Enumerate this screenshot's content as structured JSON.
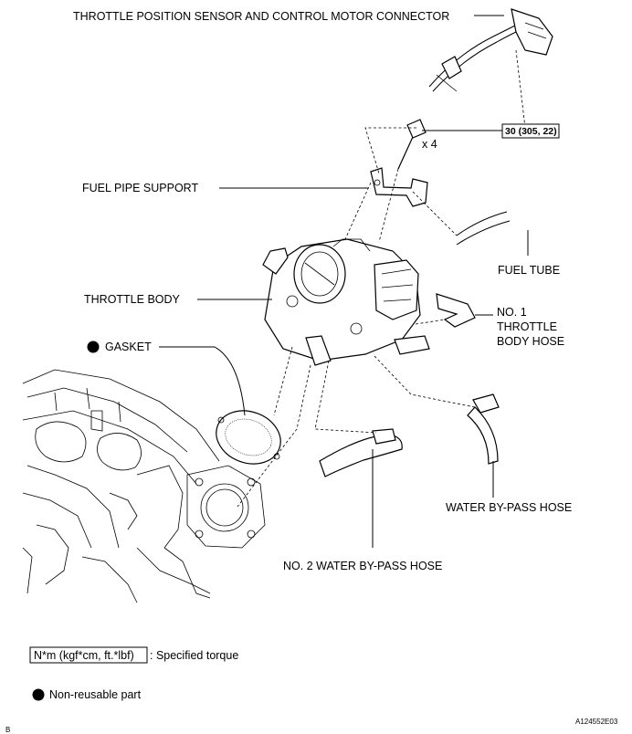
{
  "labels": {
    "connector": "THROTTLE POSITION SENSOR AND CONTROL MOTOR CONNECTOR",
    "torque_value": "30 (305, 22)",
    "bolt_count": "x 4",
    "fuel_pipe_support": "FUEL PIPE SUPPORT",
    "fuel_tube": "FUEL TUBE",
    "throttle_body": "THROTTLE BODY",
    "gasket": "GASKET",
    "no1_hose_line1": "NO. 1",
    "no1_hose_line2": "THROTTLE",
    "no1_hose_line3": "BODY HOSE",
    "water_bypass_hose": "WATER BY-PASS HOSE",
    "no2_water_bypass_hose": "NO. 2 WATER BY-PASS HOSE"
  },
  "legend": {
    "torque_unit": "N*m (kgf*cm, ft.*lbf)",
    "torque_desc": ": Specified torque",
    "nonreusable_desc": "Non-reusable part"
  },
  "footer": {
    "figure_id": "A124552E03",
    "corner_mark": "B"
  }
}
